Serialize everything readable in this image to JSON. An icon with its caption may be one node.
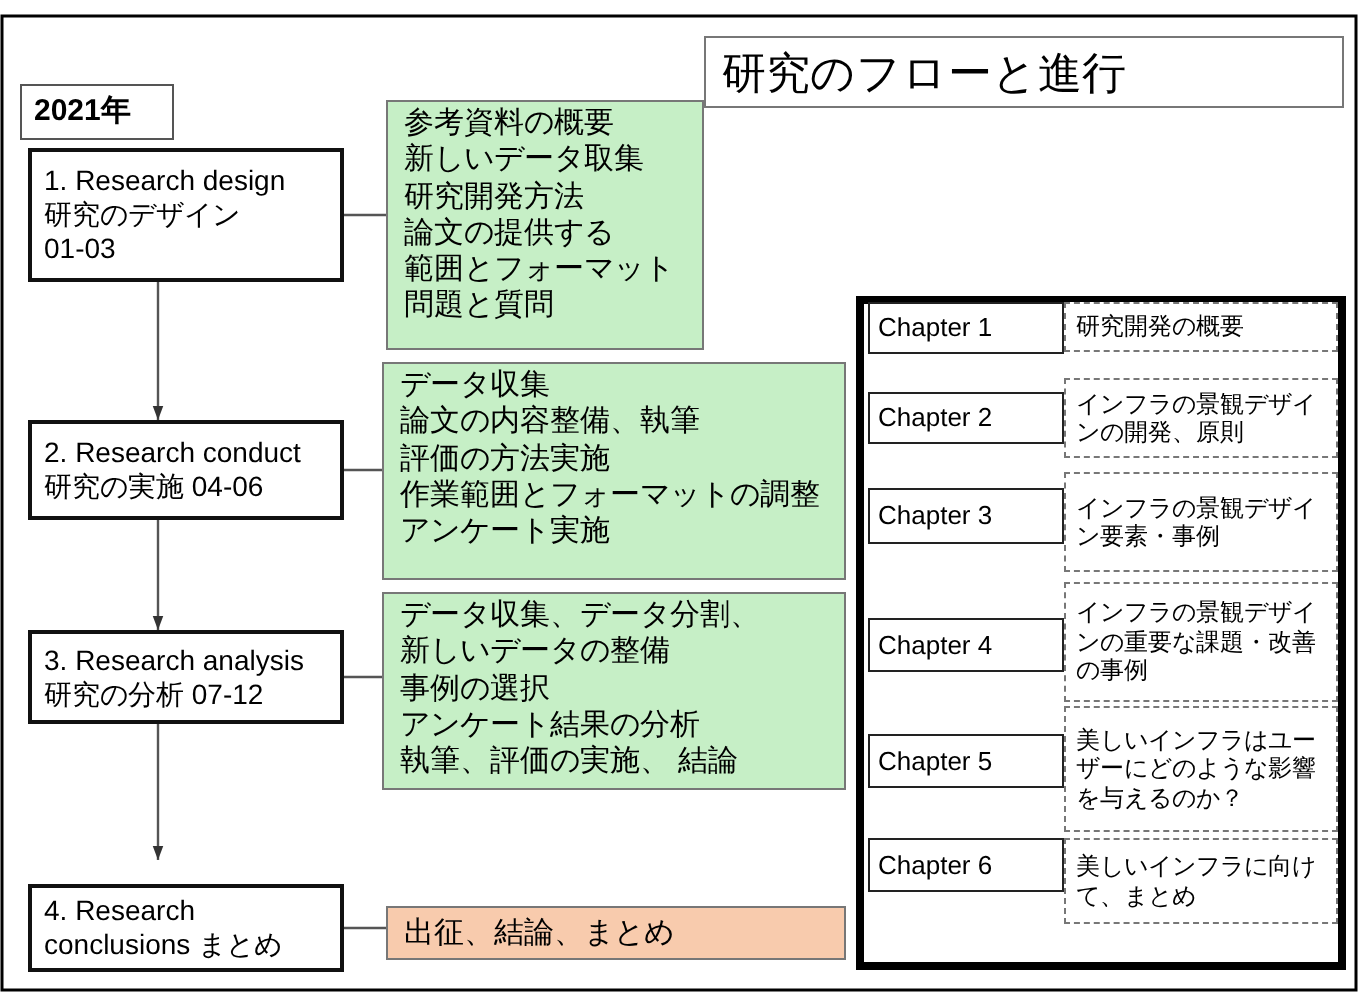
{
  "diagram": {
    "title": "研究のフローと進行",
    "nodes": [
      {
        "text": [
          "2021年"
        ]
      },
      {
        "text": [
          "1. Research design",
          "研究のデザイン",
          "01-03"
        ]
      },
      {
        "text": [
          "参考資料の概要",
          "新しいデータ取集",
          "研究開発方法",
          "論文の提供する",
          "範囲とフォーマット",
          "問題と質問"
        ]
      },
      {
        "text": [
          "2. Research conduct",
          "研究の実施 04-06"
        ]
      },
      {
        "text": [
          "データ収集",
          "論文の内容整備、執筆",
          "評価の方法実施",
          "作業範囲とフォーマットの調整",
          "アンケート実施"
        ]
      },
      {
        "text": [
          "3. Research analysis",
          "研究の分析 07-12"
        ]
      },
      {
        "text": [
          "データ収集、データ分割、",
          "新しいデータの整備",
          "事例の選択",
          "アンケート結果の分析",
          "執筆、評価の実施、 結論"
        ]
      },
      {
        "text": [
          "4. Research conclusions まとめ"
        ]
      },
      {
        "text": [
          "出征、結論、まとめ"
        ]
      },
      {
        "text": [],
        "shape": "box"
      },
      {
        "text": [
          "Chapter 1"
        ],
        "in": 9
      },
      {
        "text": [
          "研究開発の概要"
        ],
        "in": 9
      },
      {
        "text": [
          "Chapter 2"
        ],
        "in": 9
      },
      {
        "text": [
          "インフラの景観デザインの開発、原則"
        ],
        "in": 9
      },
      {
        "text": [
          "Chapter 3"
        ],
        "in": 9
      },
      {
        "text": [
          "インフラの景観デザイン要素・事例"
        ],
        "in": 9
      },
      {
        "text": [
          "Chapter 4"
        ],
        "in": 9
      },
      {
        "text": [
          "インフラの景観デザインの重要な課題・改善の事例"
        ],
        "in": 9
      },
      {
        "text": [
          "Chapter 5"
        ],
        "in": 9
      },
      {
        "text": [
          "美しいインフラはユーザーにどのような影響を与えるのか？"
        ],
        "in": 9
      },
      {
        "text": [
          "Chapter 6"
        ],
        "in": 9
      },
      {
        "text": [
          "美しいインフラに向けて、まとめ"
        ],
        "in": 9
      }
    ],
    "edges": [
      {
        "from": 1,
        "to": 2,
        "arrow": "none"
      },
      {
        "from": 1,
        "to": 3,
        "arrow": "to"
      },
      {
        "from": 3,
        "to": 4,
        "arrow": "none"
      },
      {
        "from": 3,
        "to": 5,
        "arrow": "to"
      },
      {
        "from": 5,
        "to": 6,
        "arrow": "none"
      },
      {
        "from": 5,
        "to": 7,
        "arrow": "to"
      },
      {
        "from": 7,
        "to": 8,
        "arrow": "none"
      }
    ]
  }
}
